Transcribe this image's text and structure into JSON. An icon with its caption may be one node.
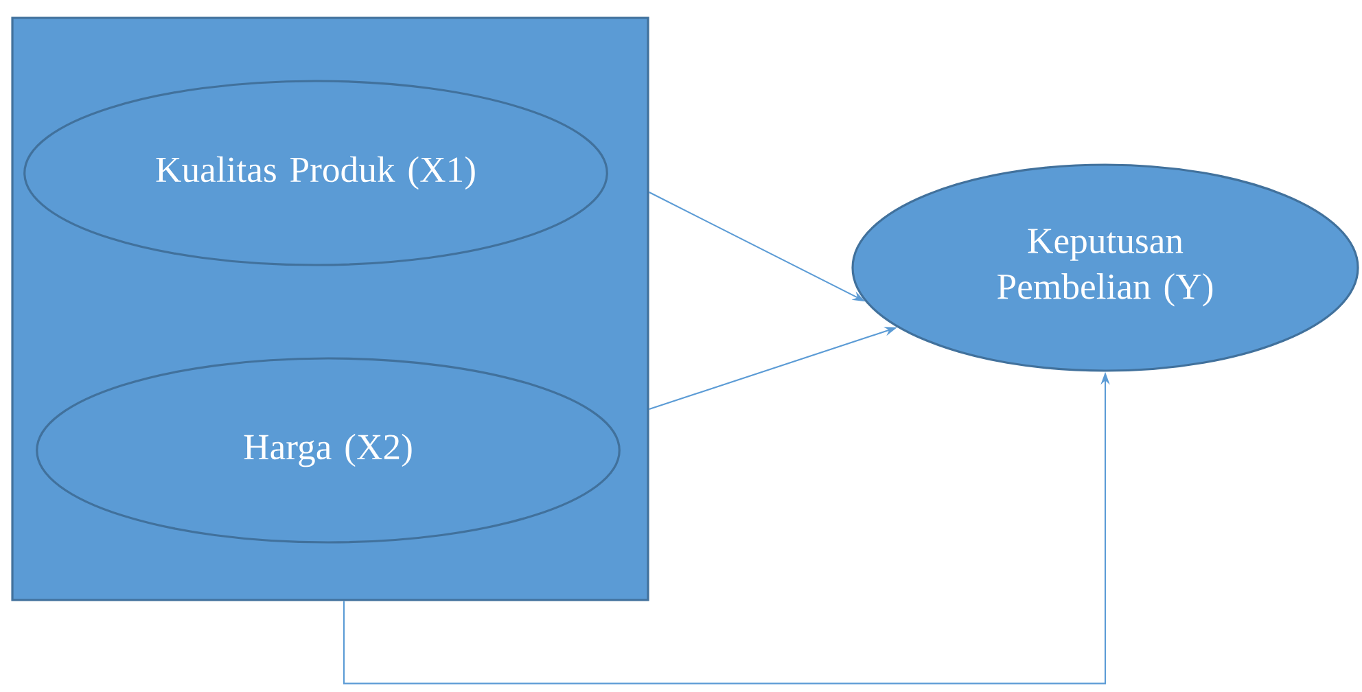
{
  "diagram": {
    "nodes": [
      {
        "text": [],
        "shape": "box"
      },
      {
        "text": [
          "Kualitas Produk (X1)"
        ],
        "in": 0
      },
      {
        "text": [
          "Harga (X2)"
        ],
        "in": 0
      },
      {
        "text": [
          "Keputusan Pembelian (Y)"
        ]
      }
    ],
    "edges": [
      {
        "from": 0,
        "to": 3,
        "arrow": "to"
      },
      {
        "from": 0,
        "to": 3,
        "arrow": "to"
      },
      {
        "from": 0,
        "to": 3,
        "arrow": "to"
      }
    ]
  }
}
